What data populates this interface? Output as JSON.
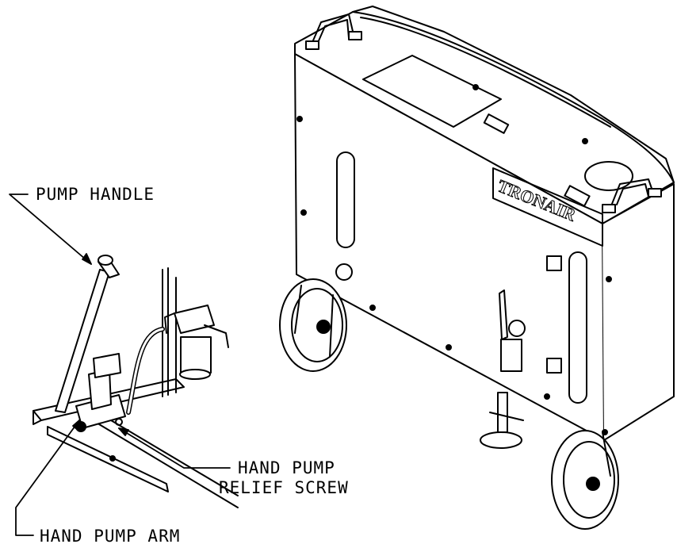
{
  "callouts": {
    "pump_handle": "PUMP HANDLE",
    "relief_screw_line1": "HAND PUMP",
    "relief_screw_line2": "RELIEF SCREW",
    "pump_arm": "HAND PUMP ARM"
  },
  "brand": "TRONAIR",
  "colors": {
    "ink": "#000000",
    "paper": "#ffffff"
  }
}
